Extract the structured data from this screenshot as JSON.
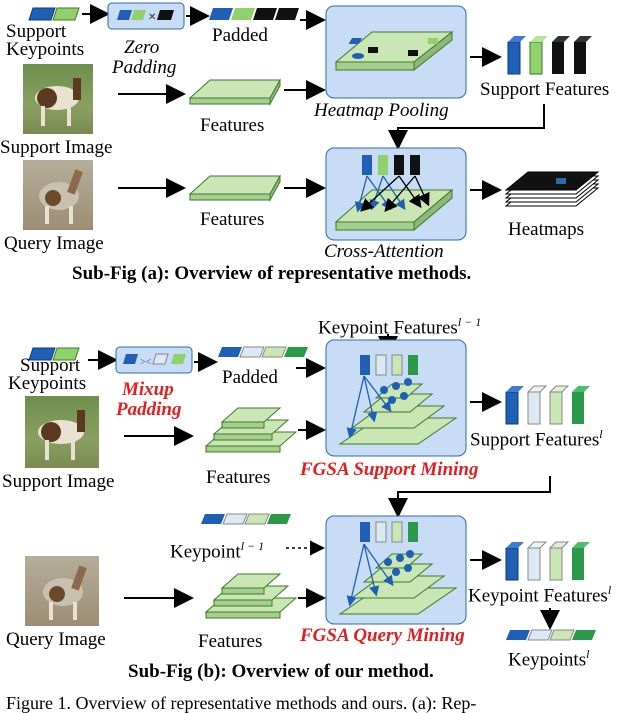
{
  "sub_a": {
    "support_keypoints": [
      "Support",
      "Keypoints"
    ],
    "zero_padding": [
      "Zero",
      "Padding"
    ],
    "padded": "Padded",
    "heatmap_pooling": "Heatmap Pooling",
    "support_features": "Support Features",
    "support_image": "Support Image",
    "features_top": "Features",
    "query_image": "Query Image",
    "features_bottom": "Features",
    "cross_attention": "Cross-Attention",
    "heatmaps": "Heatmaps",
    "caption": "Sub-Fig (a): Overview of representative methods."
  },
  "sub_b": {
    "keypoint_features": "Keypoint Features",
    "keypoint_features_sup": "l − 1",
    "support_keypoints": [
      "Support",
      "Keypoints"
    ],
    "mixup_padding": [
      "Mixup",
      "Padding"
    ],
    "padded": "Padded",
    "support_image": "Support Image",
    "features_top": "Features",
    "fgsa_support": "FGSA Support Mining",
    "support_features": "Support Features",
    "support_features_sup": "l",
    "keypoint_in": "Keypoint",
    "keypoint_in_sup": "l − 1",
    "query_image": "Query Image",
    "features_bottom": "Features",
    "fgsa_query": "FGSA Query Mining",
    "keypoint_features_out": "Keypoint Features",
    "keypoint_features_out_sup": "l",
    "keypoints_out": "Keypoints",
    "keypoints_out_sup": "l",
    "caption": "Sub-Fig (b): Overview of our method."
  },
  "figure_caption": "Figure 1. Overview of representative methods and ours. (a): Rep-",
  "colors": {
    "panel_fill": "#c8dcf5",
    "panel_border": "#2d6aa8",
    "blue": "#1f5fb5",
    "light_green": "#8fd16a",
    "dark_green": "#2a9a4a",
    "black": "#111111",
    "pale": "#dce8f2",
    "plate": "#c9e6b4",
    "red_text": "#e41e1e"
  }
}
